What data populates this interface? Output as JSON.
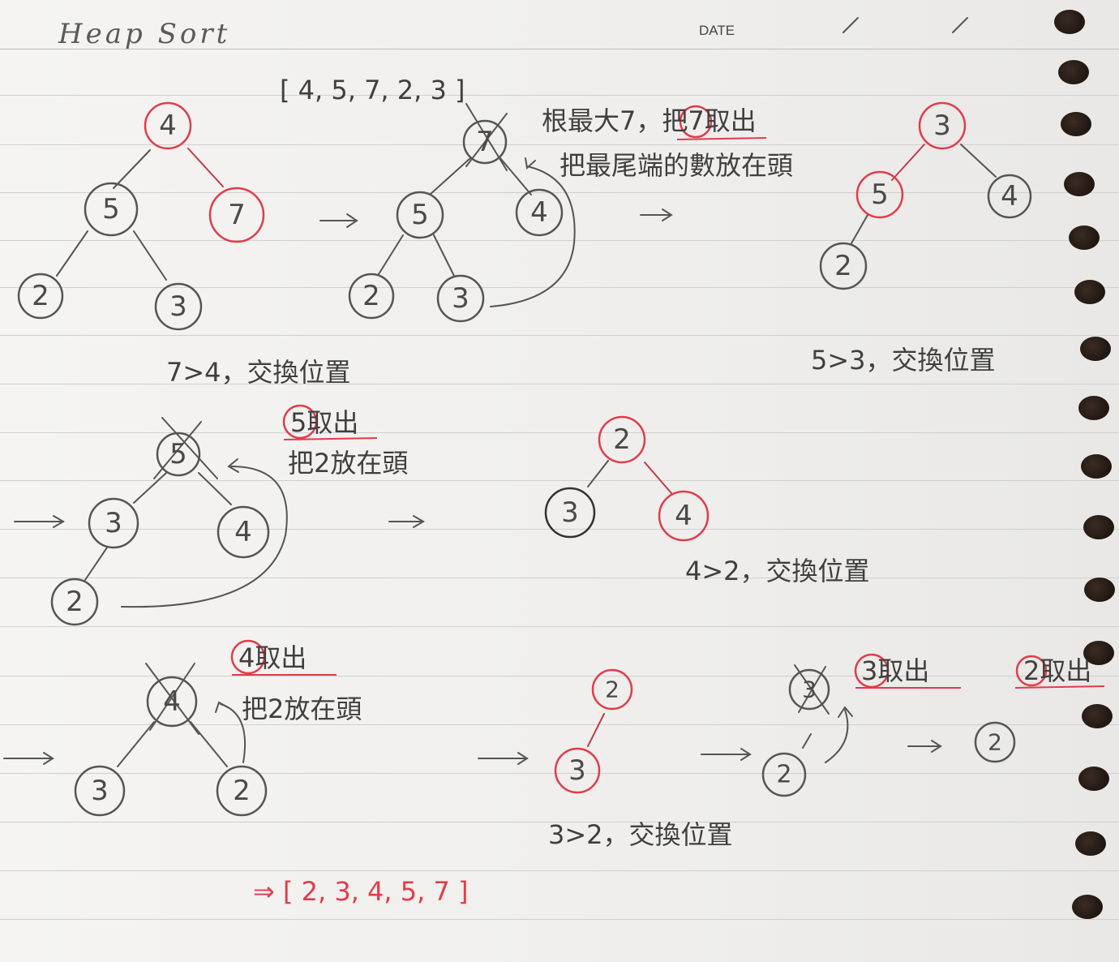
{
  "header": {
    "title": "Heap Sort",
    "date_label": "DATE"
  },
  "array_initial": "[ 4, 5, 7, 2, 3 ]",
  "array_result": "⇒ [ 2, 3, 4, 5, 7 ]",
  "notes": {
    "n1": "根最大7，把7取出",
    "n2": "把最尾端的數放在頭",
    "n3": "7>4，交換位置",
    "n4": "5>3，交換位置",
    "n5": "5取出",
    "n6": "把2放在頭",
    "n7": "4>2，交換位置",
    "n8": "4取出",
    "n9": "把2放在頭",
    "n10": "3>2，交換位置",
    "n11": "3取出",
    "n12": "2取出"
  },
  "nodes": {
    "t1": [
      "4",
      "5",
      "7",
      "2",
      "3"
    ],
    "t2": [
      "7",
      "5",
      "4",
      "2",
      "3"
    ],
    "t3": [
      "3",
      "5",
      "4",
      "2"
    ],
    "t4": [
      "5",
      "3",
      "4",
      "2"
    ],
    "t5": [
      "2",
      "3",
      "4"
    ],
    "t6": [
      "4",
      "3",
      "2"
    ],
    "t7": [
      "2",
      "3"
    ],
    "t8": [
      "3",
      "2"
    ],
    "t9": [
      "2"
    ]
  },
  "colors": {
    "pencil": "#4a4a4a",
    "red": "#e23c4a",
    "hole": "#241a14"
  }
}
